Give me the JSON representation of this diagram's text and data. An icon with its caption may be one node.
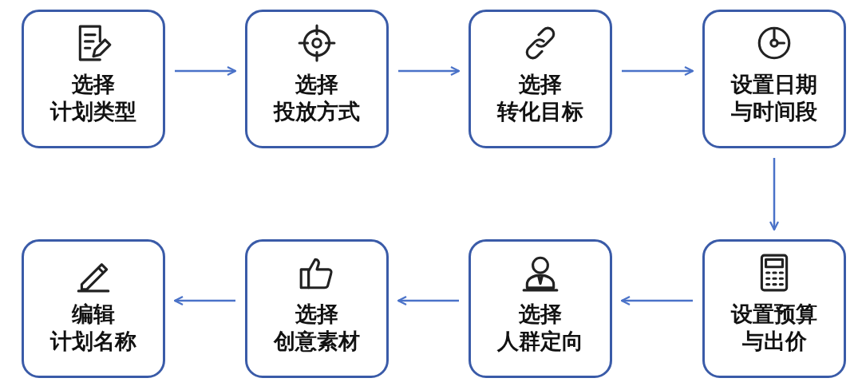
{
  "diagram": {
    "nodes": [
      {
        "text": [
          "选择",
          "计划类型"
        ]
      },
      {
        "text": [
          "选择",
          "投放方式"
        ]
      },
      {
        "text": [
          "选择",
          "转化目标"
        ]
      },
      {
        "text": [
          "设置日期",
          "与时间段"
        ]
      },
      {
        "text": [
          "设置预算",
          "与出价"
        ]
      },
      {
        "text": [
          "选择",
          "人群定向"
        ]
      },
      {
        "text": [
          "选择",
          "创意素材"
        ]
      },
      {
        "text": [
          "编辑",
          "计划名称"
        ]
      }
    ],
    "edges": [
      {
        "from": 0,
        "to": 1,
        "arrow": "to"
      },
      {
        "from": 1,
        "to": 2,
        "arrow": "to"
      },
      {
        "from": 2,
        "to": 3,
        "arrow": "to"
      },
      {
        "from": 3,
        "to": 4,
        "arrow": "to"
      },
      {
        "from": 4,
        "to": 5,
        "arrow": "to"
      },
      {
        "from": 5,
        "to": 6,
        "arrow": "to"
      },
      {
        "from": 6,
        "to": 7,
        "arrow": "to"
      }
    ]
  }
}
